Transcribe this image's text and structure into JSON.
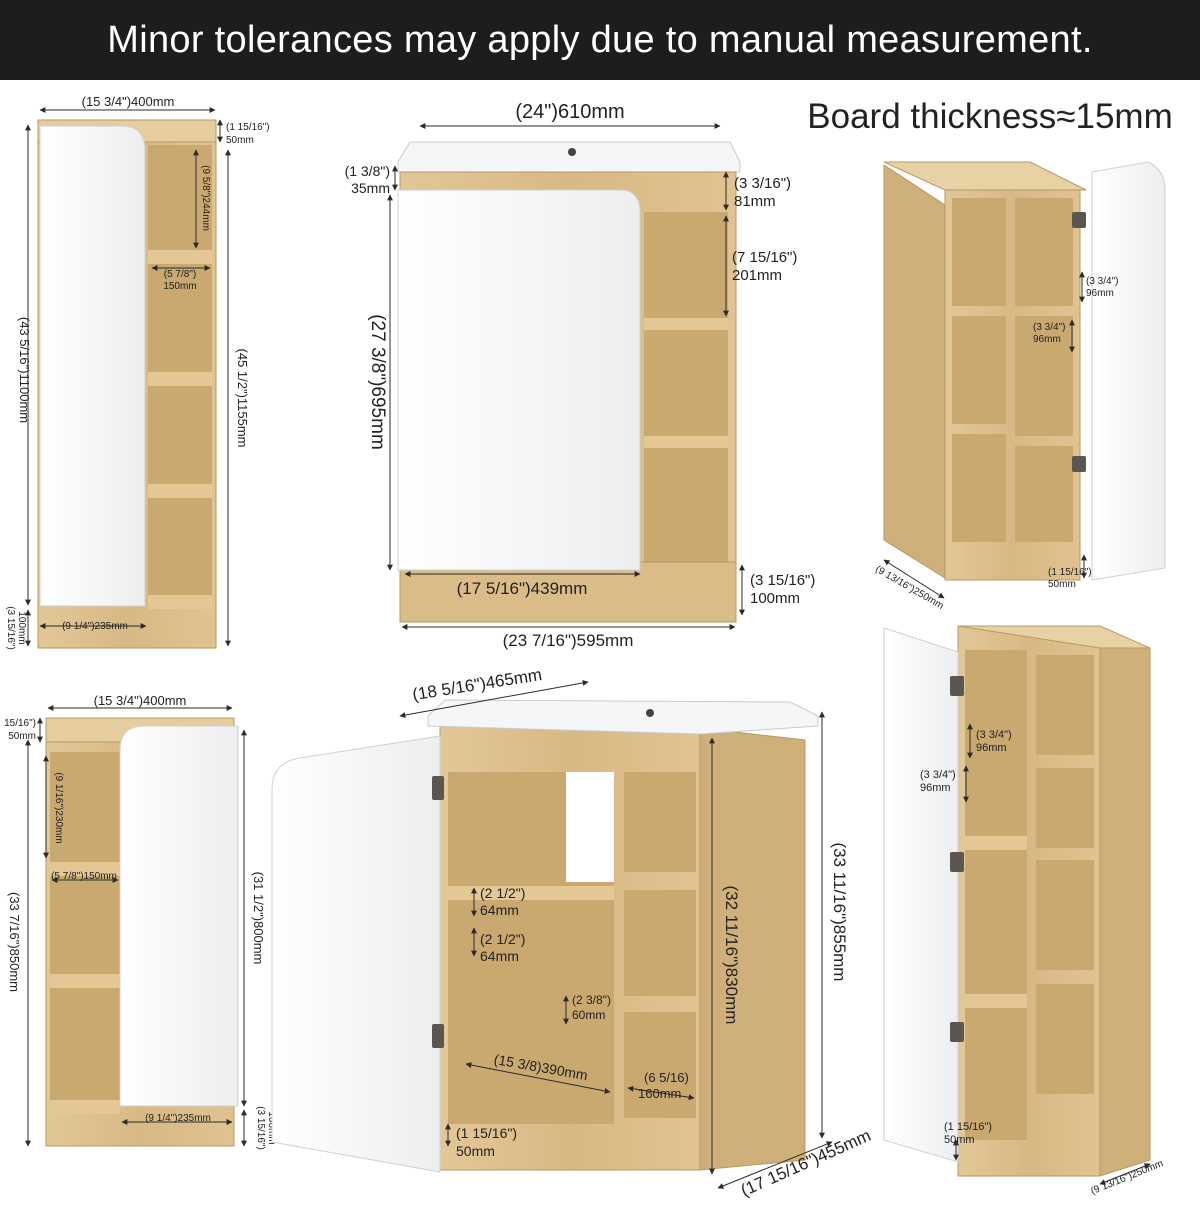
{
  "banner": {
    "text": "Minor tolerances may apply due to manual measurement."
  },
  "board_note": "Board thickness≈15mm",
  "colors": {
    "banner_bg": "#1d1d1d",
    "wood": "#dcbf8c",
    "wood_dark": "#c9a970",
    "door": "#ffffff",
    "sink": "#f4f6f8",
    "line": "#2b2b2b",
    "hinge": "#5c5650"
  },
  "panels": {
    "front_sink": {
      "top_width": "(24\")610mm",
      "basin": "(1 3/8\")\n35mm",
      "top_rail": "(3 3/16\")\n81mm",
      "upper_shelf": "(7 15/16\")\n201mm",
      "body_height": "(27 3/8\")695mm",
      "inner_width": "(17 5/16\")439mm",
      "base": "(3 15/16\")\n100mm",
      "bottom_width": "(23 7/16\")595mm"
    },
    "side_tall": {
      "top_width": "(15 3/4\")400mm",
      "top_rail": "(1 15/16\")\n50mm",
      "shelf_a": "(9 5/8\")244mm",
      "shelf_b": "(5 7/8\")\n150mm",
      "left_height": "(43 5/16\")1100mm",
      "right_height": "(45 1/2\")1155mm",
      "base": "(3 15/16\")\n100mm",
      "base_width": "(9 1/4\")235mm"
    },
    "open_small": {
      "cubby_a": "(3 3/4\")\n96mm",
      "cubby_b": "(3 3/4\")\n96mm",
      "depth": "(9 13/16\")250mm",
      "base": "(1 15/16\")\n50mm"
    },
    "side_short": {
      "top_width": "(15 3/4\")400mm",
      "top_rail": "15/16\")\n50mm",
      "shelf_a": "(9 1/16\")230mm",
      "shelf_b": "(5 7/8\")150mm",
      "left_height": "(33 7/16\")850mm",
      "right_height": "(31 1/2\")800mm",
      "base_width": "(9 1/4\")235mm",
      "base": "(3 15/16\")\n100mm"
    },
    "open_vanity": {
      "depth_top": "(18 5/16\")465mm",
      "gap_a": "(2 1/2\")\n64mm",
      "gap_b": "(2 1/2\")\n64mm",
      "gap_c": "(2 3/8\")\n60mm",
      "inner_width": "(15 3/8)390mm",
      "cubby_width": "(6 5/16)\n160mm",
      "base": "(1 15/16\")\n50mm",
      "inner_height": "(32 11/16\")830mm",
      "total_height": "(33 11/16\")855mm",
      "depth_bottom": "(17 15/16\")455mm"
    },
    "open_tall": {
      "cubby_a": "(3 3/4\")\n96mm",
      "cubby_b": "(3 3/4\")\n96mm",
      "base": "(1 15/16\")\n50mm",
      "depth": "(9 13/16\")250mm"
    }
  }
}
